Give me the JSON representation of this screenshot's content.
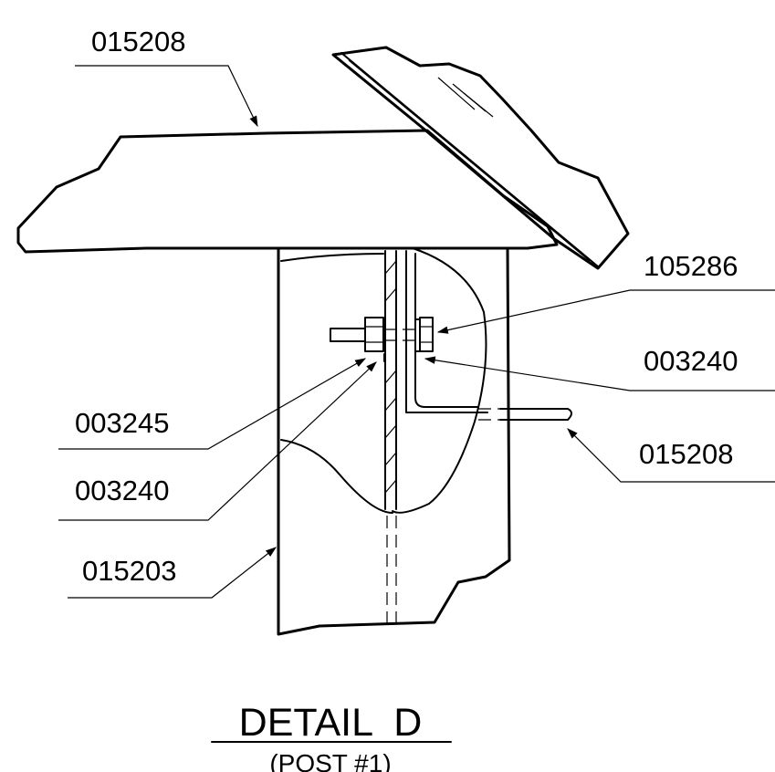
{
  "drawing": {
    "labels": [
      {
        "id": "top-015208",
        "text": "015208"
      },
      {
        "id": "r-105286",
        "text": "105286"
      },
      {
        "id": "r-003240",
        "text": "003240"
      },
      {
        "id": "l-003245",
        "text": "003245"
      },
      {
        "id": "r-015208",
        "text": "015208"
      },
      {
        "id": "l-003240",
        "text": "003240"
      },
      {
        "id": "l-015203",
        "text": "015203"
      }
    ],
    "title": "DETAIL  D",
    "subtitle": "(POST #1)"
  }
}
